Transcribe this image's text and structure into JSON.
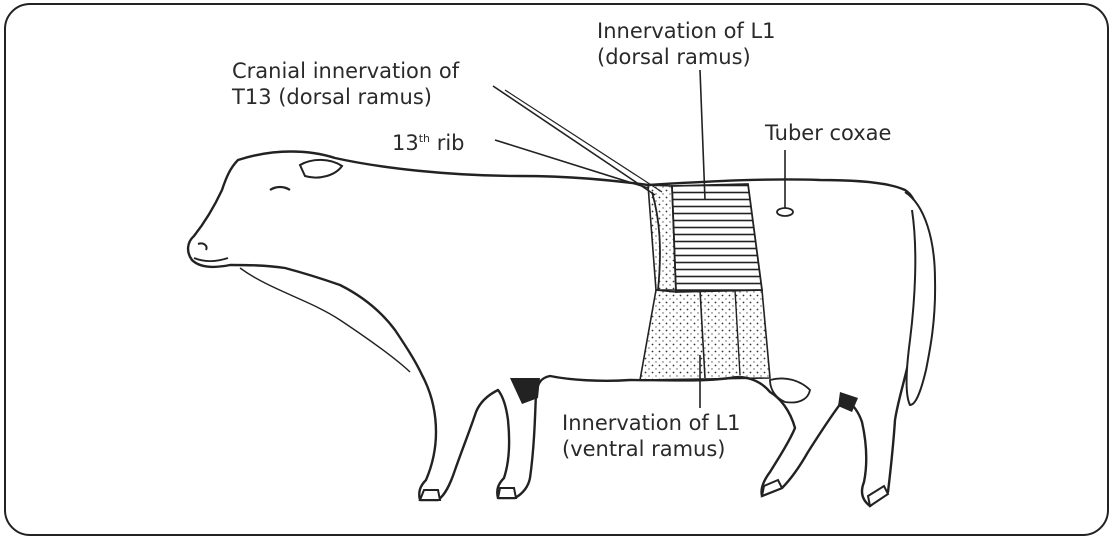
{
  "labels": {
    "cranial_t13": {
      "line1": "Cranial innervation of",
      "line2": "T13 (dorsal ramus)"
    },
    "rib13": {
      "num": "13",
      "sup": "th",
      "rest": " rib"
    },
    "l1_dorsal": {
      "line1": "Innervation of L1",
      "line2": "(dorsal ramus)"
    },
    "tuber_coxae": "Tuber coxae",
    "l1_ventral": {
      "line1": "Innervation of L1",
      "line2": "(ventral ramus)"
    }
  },
  "colors": {
    "ink": "#222222",
    "background": "#ffffff"
  }
}
